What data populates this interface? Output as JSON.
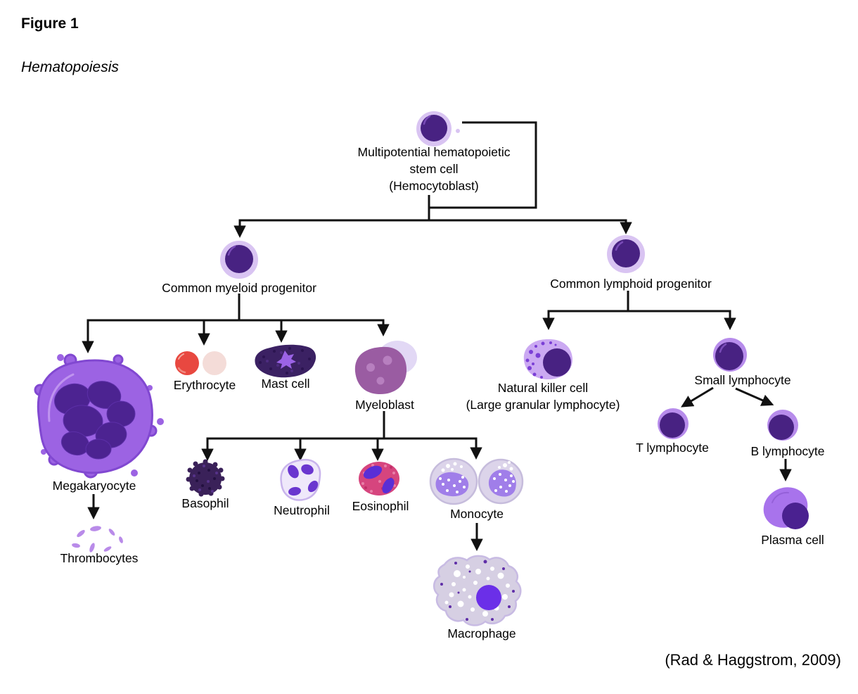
{
  "figure": {
    "number": "Figure 1",
    "title": "Hematopoiesis",
    "citation": "(Rad & Haggstrom, 2009)"
  },
  "nodes": {
    "hemocytoblast": {
      "line1": "Multipotential hematopoietic",
      "line2": "stem cell",
      "line3": "(Hemocytoblast)"
    },
    "common_myeloid": {
      "label": "Common myeloid progenitor"
    },
    "common_lymphoid": {
      "label": "Common lymphoid progenitor"
    },
    "megakaryocyte": {
      "label": "Megakaryocyte"
    },
    "thrombocytes": {
      "label": "Thrombocytes"
    },
    "erythrocyte": {
      "label": "Erythrocyte"
    },
    "mast_cell": {
      "label": "Mast cell"
    },
    "myeloblast": {
      "label": "Myeloblast"
    },
    "basophil": {
      "label": "Basophil"
    },
    "neutrophil": {
      "label": "Neutrophil"
    },
    "eosinophil": {
      "label": "Eosinophil"
    },
    "monocyte": {
      "label": "Monocyte"
    },
    "macrophage": {
      "label": "Macrophage"
    },
    "natural_killer": {
      "line1": "Natural killer cell",
      "line2": "(Large granular lymphocyte)"
    },
    "small_lymphocyte": {
      "label": "Small lymphocyte"
    },
    "t_lymphocyte": {
      "label": "T lymphocyte"
    },
    "b_lymphocyte": {
      "label": "B lymphocyte"
    },
    "plasma_cell": {
      "label": "Plasma cell"
    }
  },
  "edges": [
    {
      "from": "Multipotential hematopoietic stem cell (Hemocytoblast)",
      "to": "Common myeloid progenitor"
    },
    {
      "from": "Multipotential hematopoietic stem cell (Hemocytoblast)",
      "to": "Common lymphoid progenitor"
    },
    {
      "from": "Common myeloid progenitor",
      "to": "Megakaryocyte"
    },
    {
      "from": "Common myeloid progenitor",
      "to": "Erythrocyte"
    },
    {
      "from": "Common myeloid progenitor",
      "to": "Mast cell"
    },
    {
      "from": "Common myeloid progenitor",
      "to": "Myeloblast"
    },
    {
      "from": "Megakaryocyte",
      "to": "Thrombocytes"
    },
    {
      "from": "Myeloblast",
      "to": "Basophil"
    },
    {
      "from": "Myeloblast",
      "to": "Neutrophil"
    },
    {
      "from": "Myeloblast",
      "to": "Eosinophil"
    },
    {
      "from": "Myeloblast",
      "to": "Monocyte"
    },
    {
      "from": "Monocyte",
      "to": "Macrophage"
    },
    {
      "from": "Common lymphoid progenitor",
      "to": "Natural killer cell (Large granular lymphocyte)"
    },
    {
      "from": "Common lymphoid progenitor",
      "to": "Small lymphocyte"
    },
    {
      "from": "Small lymphocyte",
      "to": "T lymphocyte"
    },
    {
      "from": "Small lymphocyte",
      "to": "B lymphocyte"
    },
    {
      "from": "B lymphocyte",
      "to": "Plasma cell"
    }
  ],
  "colors": {
    "halo_light": "#d9c4f2",
    "halo_medium": "#b78ceb",
    "nucleus_dark": "#482282",
    "nucleus_highlight": "#7a4cb8",
    "mega_body": "#9c63e3",
    "mega_outline": "#8148d1",
    "mega_nucleus": "#4c2391",
    "thrombocyte": "#b98be9",
    "erythrocyte_red": "#e84840",
    "erythrocyte_pale": "#f4dcd8",
    "mast_body": "#3b2163",
    "mast_center": "#9b63e6",
    "myeloblast_body": "#9a5ca2",
    "myeloblast_spot": "#b77fbf",
    "myeloblast_shadow": "#e2d8f5",
    "basophil_body": "#3a2159",
    "neutrophil_body": "#efe8fa",
    "neutrophil_outline": "#c9b4ec",
    "neutrophil_nucleus": "#6a36cf",
    "eosinophil_body": "#d6457e",
    "eosinophil_speckle": "#e87fa8",
    "eosinophil_dark_speckle": "#c02f66",
    "eosinophil_nucleus": "#5a2ed6",
    "monocyte_body": "#dcd4ea",
    "monocyte_outline": "#c6bcdc",
    "monocyte_nucleus": "#a07ee9",
    "macrophage_body": "#d6cfe3",
    "macrophage_outline": "#c8bbe3",
    "macrophage_nucleus": "#6b2fe8",
    "macrophage_dot": "#5f2ea8",
    "nk_body": "#cba9f2",
    "nk_granule": "#7b3fd6",
    "plasma_body": "#a873ec",
    "plasma_nucleus": "#4a2190",
    "line": "#111111",
    "text": "#000000"
  }
}
